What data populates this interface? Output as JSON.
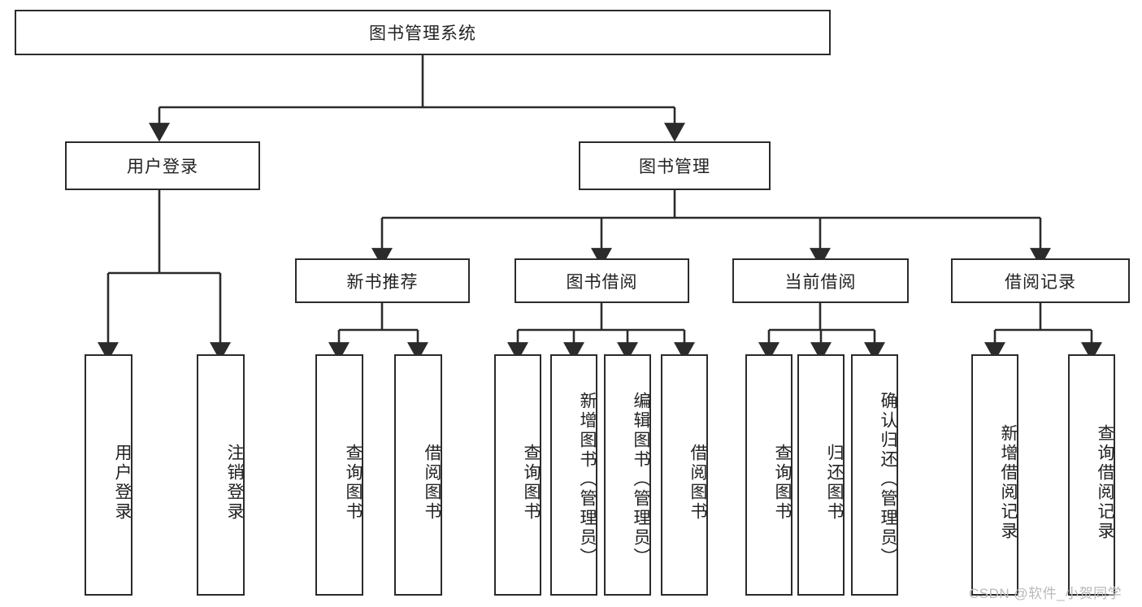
{
  "diagram": {
    "title": "图书管理系统",
    "root": {
      "label": "图书管理系统"
    },
    "level2": [
      {
        "label": "用户登录"
      },
      {
        "label": "图书管理"
      }
    ],
    "level3": [
      {
        "label": "新书推荐"
      },
      {
        "label": "图书借阅"
      },
      {
        "label": "当前借阅"
      },
      {
        "label": "借阅记录"
      }
    ],
    "leaves": {
      "user_login": [
        {
          "label": "用户登录"
        },
        {
          "label": "注销登录"
        }
      ],
      "new_book_recommend": [
        {
          "label": "查询图书"
        },
        {
          "label": "借阅图书"
        }
      ],
      "book_borrow": [
        {
          "label": "查询图书"
        },
        {
          "label": "新增图书（管理员）"
        },
        {
          "label": "编辑图书（管理员）"
        },
        {
          "label": "借阅图书"
        }
      ],
      "current_borrow": [
        {
          "label": "查询图书"
        },
        {
          "label": "归还图书"
        },
        {
          "label": "确认归还（管理员）"
        }
      ],
      "borrow_record": [
        {
          "label": "新增借阅记录"
        },
        {
          "label": "查询借阅记录"
        }
      ]
    }
  },
  "watermark": {
    "text": "CSDN @软件_小贺同学"
  },
  "colors": {
    "stroke": "#2b2b2b",
    "background": "#ffffff",
    "text": "#222222",
    "watermark": "#b9b9b9"
  }
}
